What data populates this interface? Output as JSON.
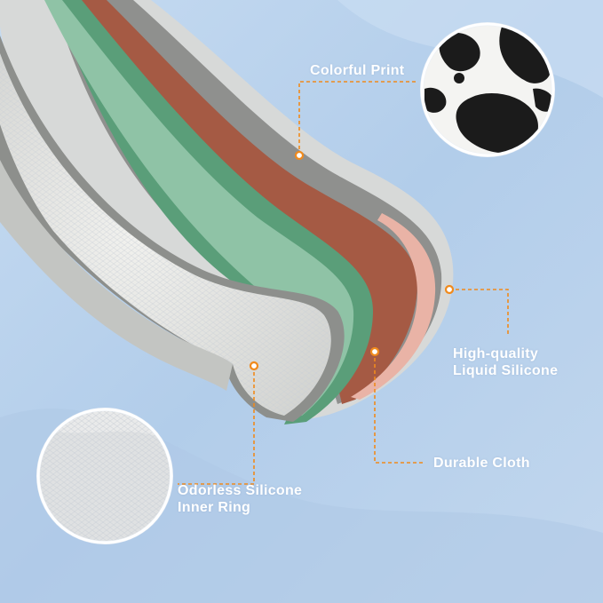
{
  "labels": {
    "colorful_print": "Colorful Print",
    "liquid_silicone": [
      "High-quality",
      "Liquid Silicone"
    ],
    "durable_cloth": "Durable Cloth",
    "inner_ring": [
      "Odorless Silicone",
      "Inner Ring"
    ]
  },
  "colors": {
    "background": "#b9d2ec",
    "accent_dot": "#f08a1c",
    "silicone_outer": "#8f908e",
    "brown_layer": "#a55a44",
    "green_layer": "#5a9e79",
    "inner_ring": "#e6e6e2"
  }
}
